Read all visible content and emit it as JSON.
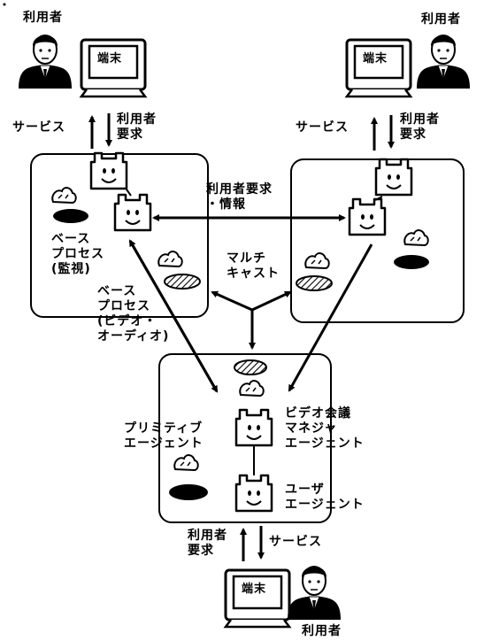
{
  "users": {
    "top_left": "利用者",
    "top_right": "利用者",
    "bottom": "利用者"
  },
  "terminal_label": "端末",
  "arrows": {
    "service": "サービス",
    "user_request": "利用者\n要求"
  },
  "connection_label": "利用者要求\n・情報",
  "multicast_label": "マルチ\nキャスト",
  "base_process_monitor": "ベース\nプロセス\n(監視)",
  "base_process_av": "ベース\nプロセス\n(ビデオ・\nオーディオ)",
  "primitive_agent": "プリミティブ\nエージェント",
  "video_conf_manager": "ビデオ会議\nマネジャ\nエージェント",
  "user_agent": "ユーザ\nエージェント"
}
